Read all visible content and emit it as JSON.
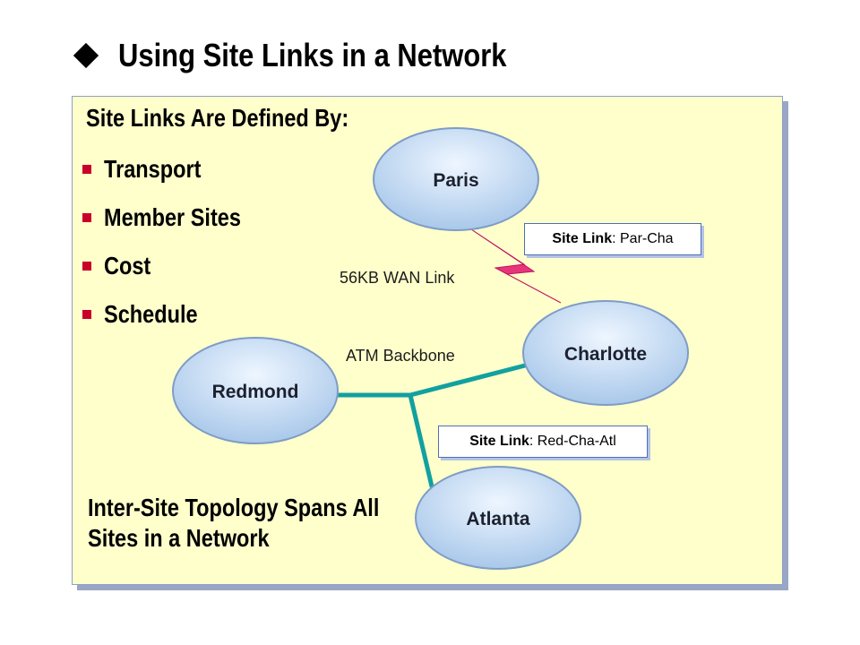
{
  "title": "Using Site Links in a Network",
  "heading": "Site Links Are Defined By:",
  "bullets": [
    "Transport",
    "Member Sites",
    "Cost",
    "Schedule"
  ],
  "footer": {
    "line1": "Inter-Site Topology Spans All",
    "line2": "Sites in a Network"
  },
  "sites": {
    "paris": "Paris",
    "charlotte": "Charlotte",
    "redmond": "Redmond",
    "atlanta": "Atlanta"
  },
  "links": {
    "wan_label": "56KB WAN Link",
    "atm_label": "ATM Backbone",
    "par_cha": {
      "prefix": "Site Link",
      "value": ": Par-Cha"
    },
    "red_cha_atl": {
      "prefix": "Site Link",
      "value": ": Red-Cha-Atl"
    }
  },
  "colors": {
    "panel_fill": "#ffffcc",
    "bullet_square": "#c8002a",
    "backbone_teal": "#12a0a0",
    "wan_bolt": "#e8357a",
    "node_fill": "#bcd6ee"
  }
}
